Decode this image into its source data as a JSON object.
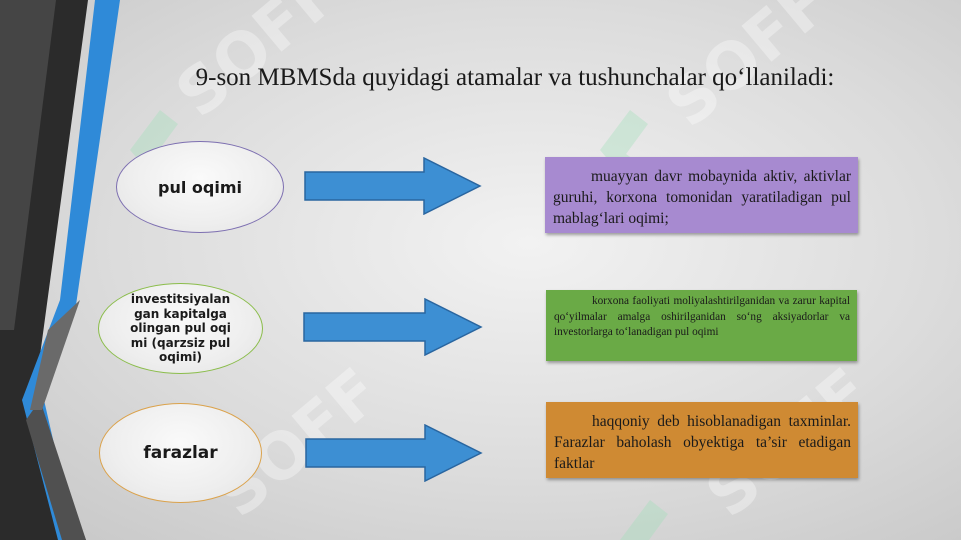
{
  "slide": {
    "title": "9-son MBMSda quyidagi atamalar va tushunchalar qo‘llaniladi:"
  },
  "terms": [
    {
      "term": "pul oqimi",
      "definition": "muayyan davr mobaynida aktiv, aktivlar guruhi, korxona tomonidan yaratiladigan pul mablag‘lari oqimi;",
      "color": "#a78ad0"
    },
    {
      "term": "investitsiyalangan kapitalga olingan pul oqimi (qarzsiz pul oqimi)",
      "definition": "korxona faoliyati moliyalashtirilganidan va zarur kapital qo‘yilmalar amalga oshirilganidan so‘ng aksiyadorlar va investorlarga to‘lanadigan pul oqimi",
      "color": "#6aaa46"
    },
    {
      "term": "farazlar",
      "definition": "haqqoniy deb hisoblanadigan taxminlar. Farazlar baholash obyektiga ta’sir etadigan faktlar",
      "color": "#cf8a33"
    }
  ],
  "watermark": {
    "text": "SOFF"
  },
  "colors": {
    "arrow": "#3d8fd3",
    "arrow_border": "#2a66a0",
    "stripe_dark": "#3a3a3a",
    "stripe_blue": "#2f8ad8"
  }
}
